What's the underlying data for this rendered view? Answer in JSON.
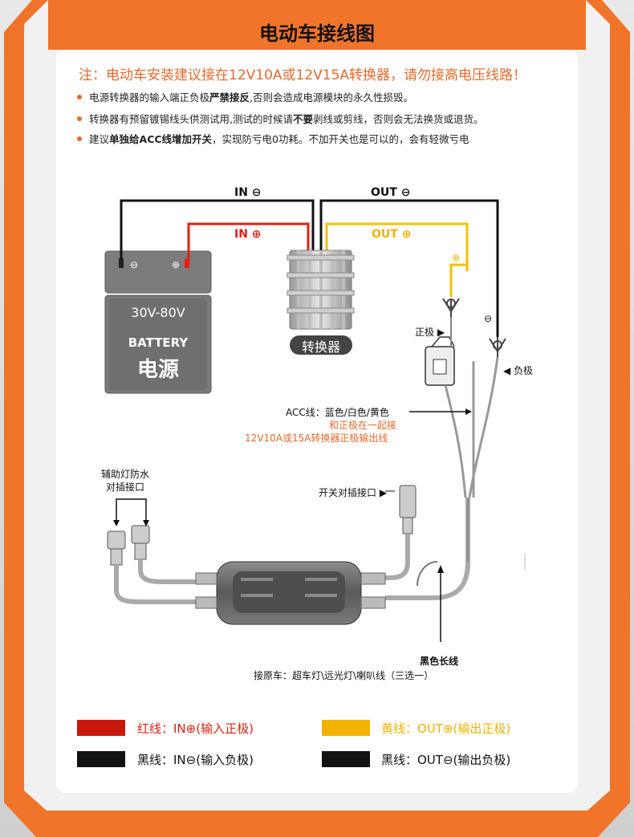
{
  "title": "电动车接线图",
  "subtitle": "注：电动车安装建议接在12V10A或12V15A转换器，请勿接高电压线路！",
  "notes": [
    {
      "pre": "电源转换器的输入端正负极",
      "bold": "严禁接反",
      "post": ",否则会造成电源模块的永久性损毁。"
    },
    {
      "pre": "转换器有预留镀锡线头供测试用,测试的时候请",
      "bold": "不要",
      "post": "剥线或剪线，否则会无法换货或退货。"
    },
    {
      "pre": "建议",
      "bold": "单独给ACC线增加开关",
      "post": "，实现防亏电0功耗。不加开关也是可以的，会有轻微亏电"
    }
  ],
  "diagram": {
    "in_neg": "IN ⊖",
    "out_neg": "OUT ⊖",
    "in_pos": "IN ⊕",
    "out_pos": "OUT ⊕",
    "battery_neg_symbol": "⊖",
    "battery_pos_symbol": "⊕",
    "battery_voltage": "30V-80V",
    "battery_label": "BATTERY",
    "battery_cn": "电源",
    "converter_label": "转换器",
    "plus_symbol": "⊕",
    "minus_symbol": "⊖",
    "positive_label": "正极 ▶",
    "negative_label": "◀ 负极",
    "acc_label": "ACC线：蓝色/白色/黄色",
    "acc_note1": "和正极在一起接",
    "acc_note2": "12V10A或15A转换器正极输出线",
    "aux_label1": "辅助灯防水",
    "aux_label2": "对插接口",
    "switch_label": "开关对插接口 ▶",
    "black_long": "黑色长线",
    "connect_note": "接原车：超车灯\\远光灯\\喇叭线（三选一）"
  },
  "legend": [
    {
      "color": "#c8170c",
      "text": "红线：IN⊕(输入正极)",
      "text_color": "#e02010"
    },
    {
      "color": "#f2b200",
      "text": "黄线：OUT⊕(输出正极)",
      "text_color": "#f2b200"
    },
    {
      "color": "#111111",
      "text": "黑线：IN⊖(输入负极)",
      "text_color": "#111111"
    },
    {
      "color": "#111111",
      "text": "黑线：OUT⊖(输出负极)",
      "text_color": "#111111"
    }
  ],
  "colors": {
    "accent": "#f0742a",
    "wire_red": "#e02010",
    "wire_yellow": "#f2c200",
    "wire_black": "#111111"
  }
}
